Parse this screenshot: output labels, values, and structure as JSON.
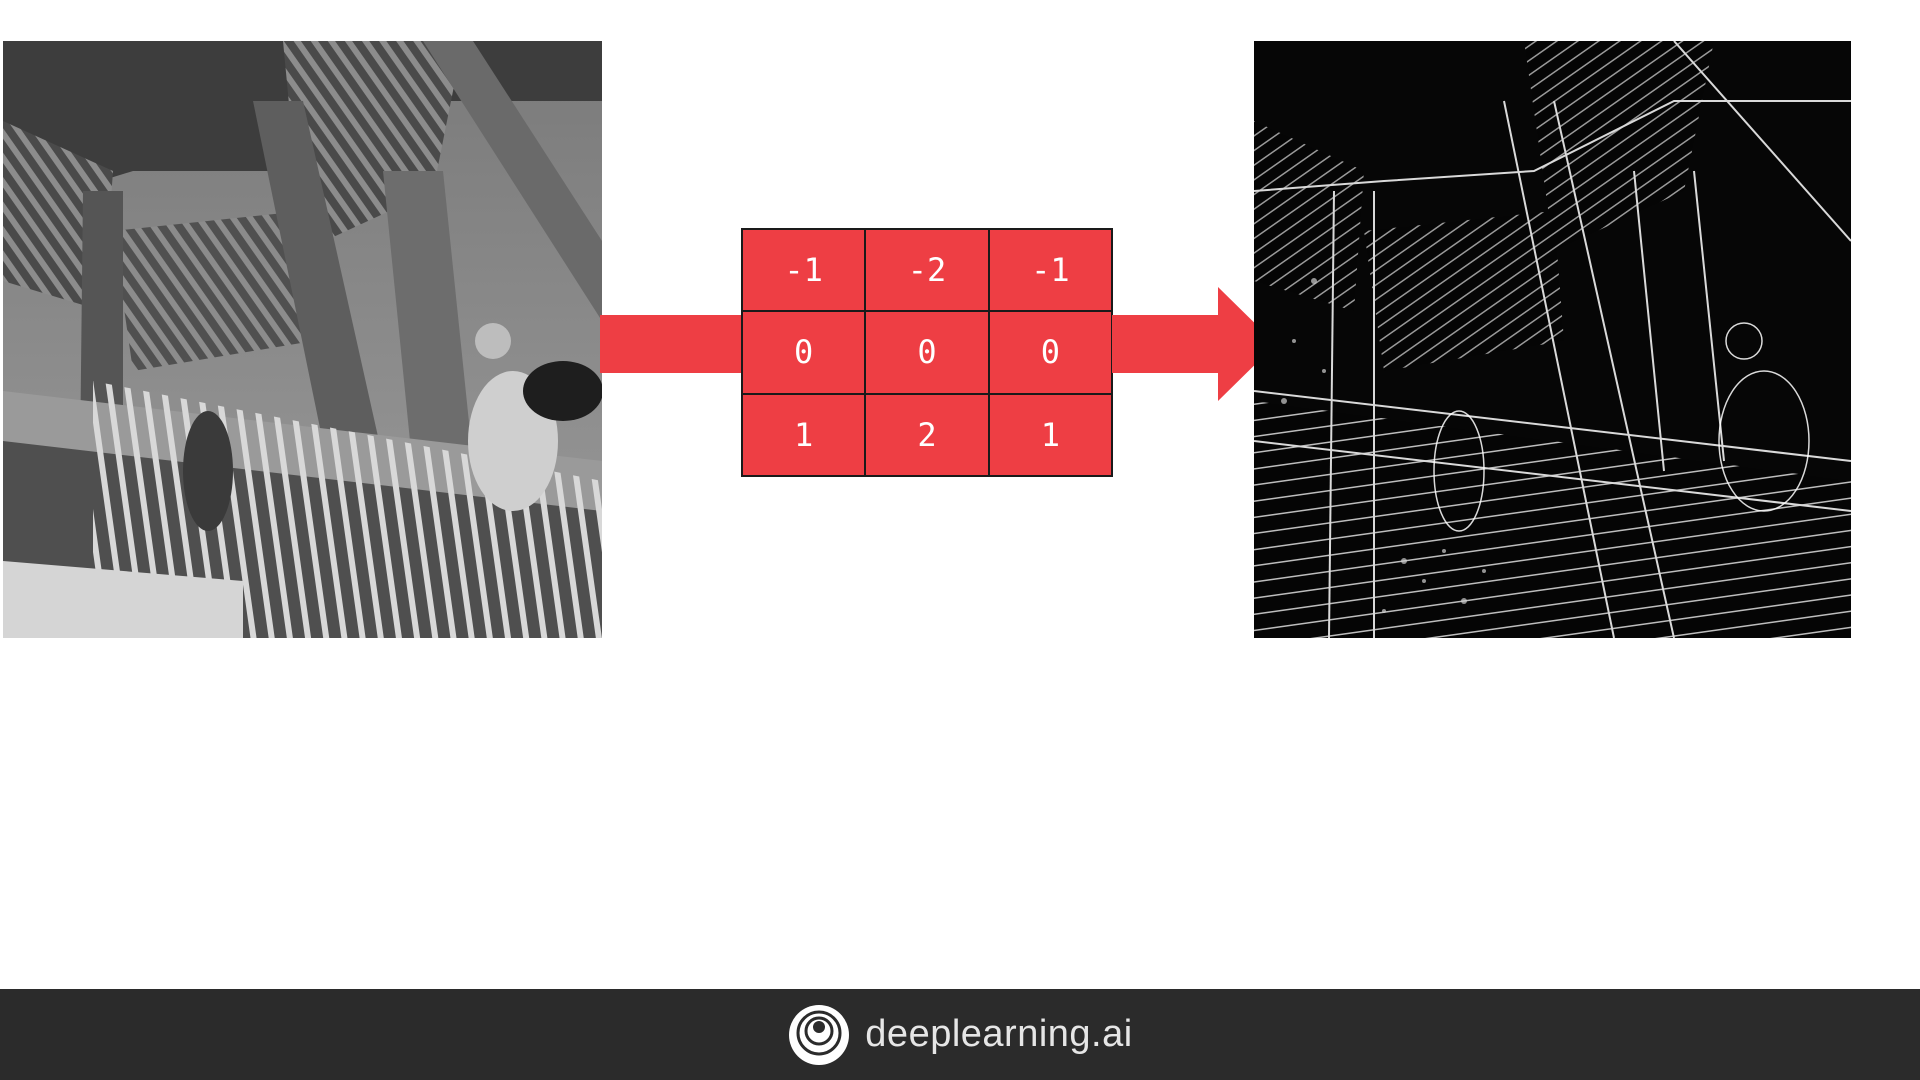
{
  "colors": {
    "kernel_fill": "#ee3e44",
    "arrow_fill": "#ee3e44",
    "footer_bg": "#2b2b2b",
    "footer_text": "#e6e6e6"
  },
  "input_image": {
    "icon": "grayscale-staircase-photo"
  },
  "output_image": {
    "icon": "edge-detected-staircase-photo"
  },
  "kernel": {
    "rows": [
      [
        "-1",
        "-2",
        "-1"
      ],
      [
        "0",
        "0",
        "0"
      ],
      [
        "1",
        "2",
        "1"
      ]
    ]
  },
  "footer": {
    "logo_icon": "deeplearning-ai-logo-icon",
    "brand_text": "deeplearning.ai"
  }
}
